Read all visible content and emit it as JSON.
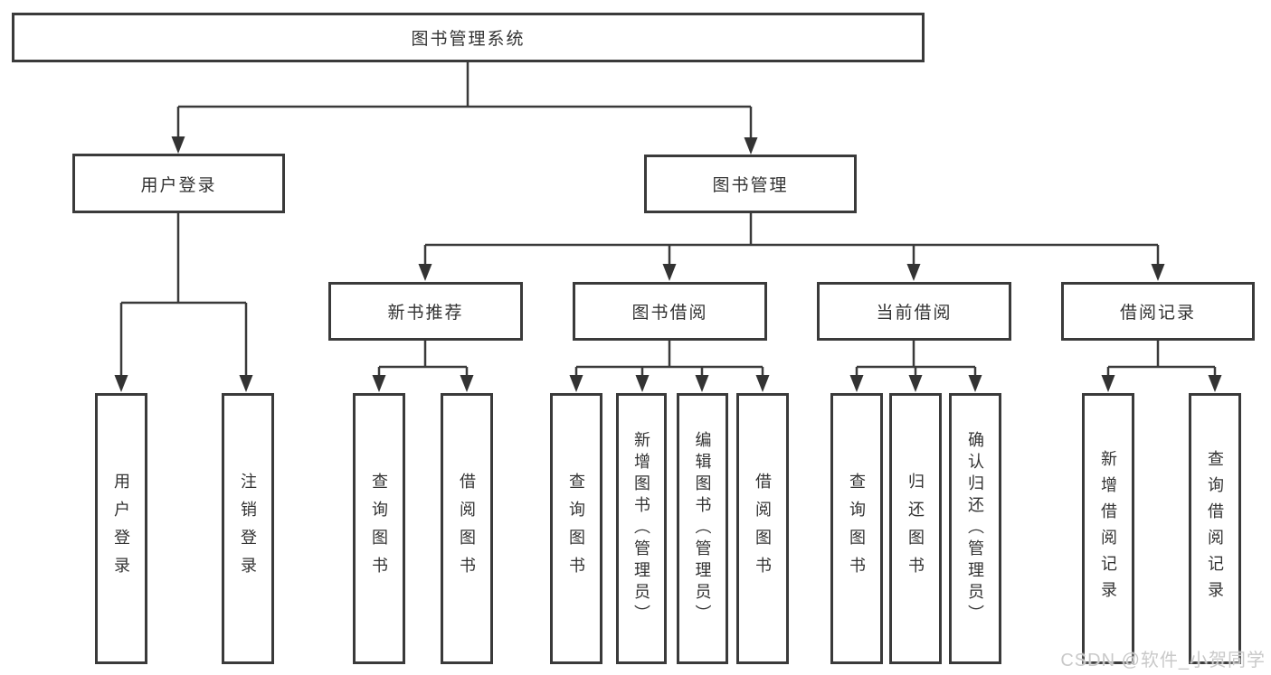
{
  "diagram": {
    "root": "图书管理系统",
    "level2": {
      "user_login": "用户登录",
      "book_mgmt": "图书管理"
    },
    "level3": {
      "new_books": "新书推荐",
      "borrowing": "图书借阅",
      "current": "当前借阅",
      "records": "借阅记录"
    },
    "leaves": {
      "user_login": "用户登录",
      "logout": "注销登录",
      "nb_query": "查询图书",
      "nb_borrow": "借阅图书",
      "bb_query": "查询图书",
      "bb_add": "新增图书（管理员）",
      "bb_edit": "编辑图书（管理员）",
      "bb_borrow": "借阅图书",
      "cb_query": "查询图书",
      "cb_return": "归还图书",
      "cb_confirm": "确认归还（管理员）",
      "br_add": "新增借阅记录",
      "br_query": "查询借阅记录"
    },
    "watermark": "CSDN @软件_小贺同学",
    "colors": {
      "line": "#3a3a3a",
      "box_border": "#3a3a3a",
      "text": "#333333",
      "watermark": "#c9c9c9"
    }
  }
}
